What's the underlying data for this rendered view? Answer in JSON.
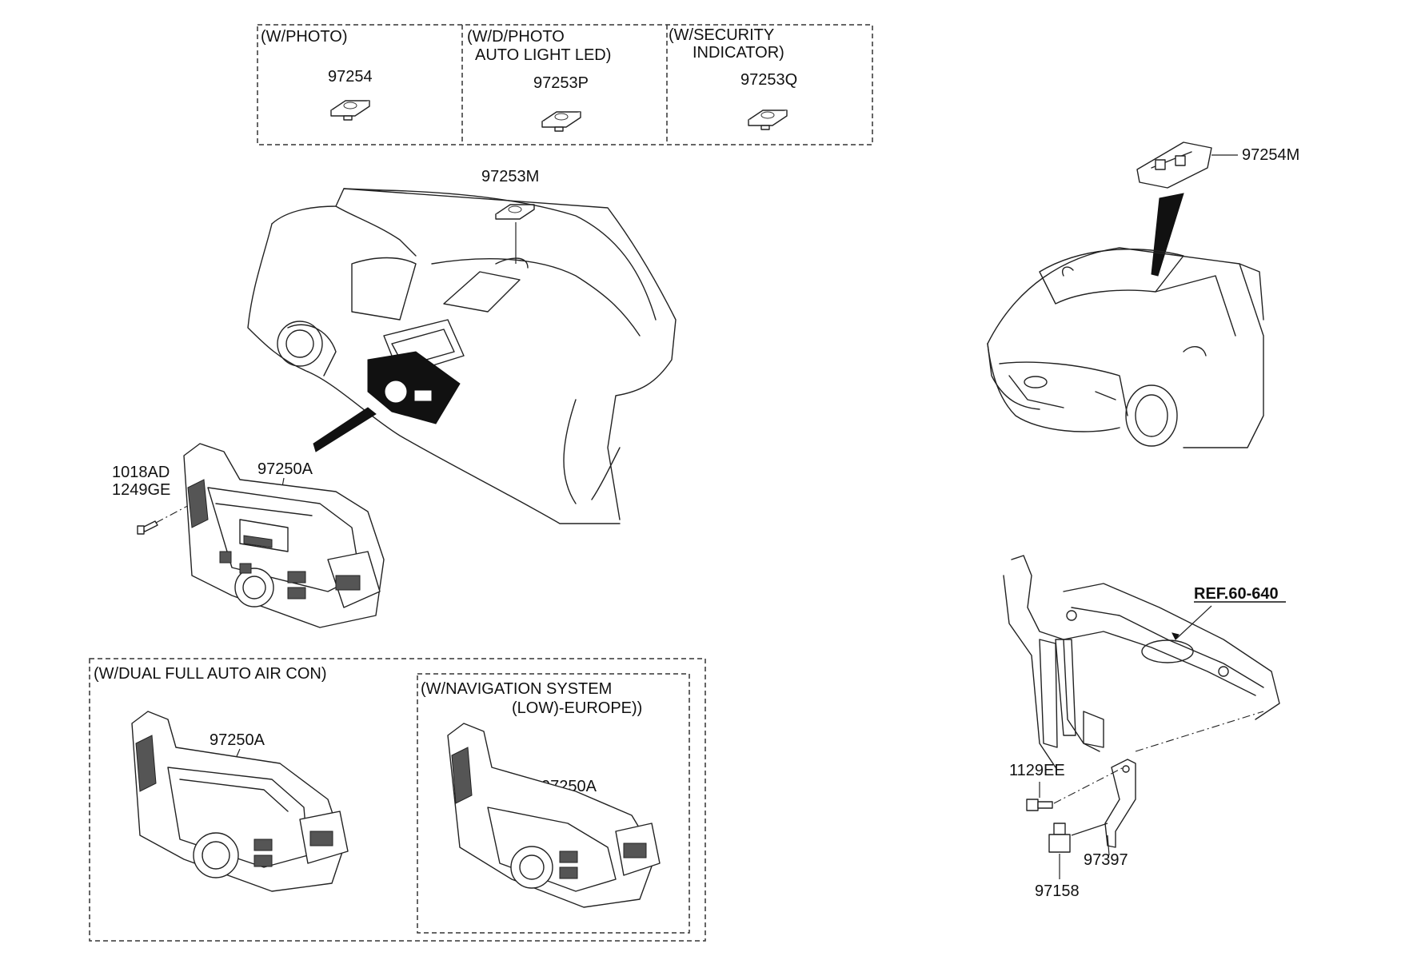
{
  "variants_top": {
    "photo": {
      "title": "(W/PHOTO)",
      "part": "97254"
    },
    "dphoto": {
      "title_line1": "(W/D/PHOTO",
      "title_line2": "AUTO LIGHT  LED)",
      "part": "97253P"
    },
    "security": {
      "title_line1": "(W/SECURITY",
      "title_line2": "INDICATOR)",
      "part": "97253Q"
    }
  },
  "main_parts": {
    "sensor_dash": "97253M",
    "sensor_windshield": "97254M",
    "heater_control": "97250A",
    "screw_1": "1018AD",
    "screw_2": "1249GE"
  },
  "variants_bottom": {
    "dual_full_auto": {
      "title": "(W/DUAL FULL AUTO AIR CON)",
      "part": "97250A"
    },
    "navigation": {
      "title_line1": "(W/NAVIGATION SYSTEM",
      "title_line2": "(LOW)-EUROPE))",
      "part": "97250A"
    }
  },
  "carrier_parts": {
    "ref": "REF.60-640",
    "bolt": "1129EE",
    "bracket": "97397",
    "sensor": "97158"
  }
}
